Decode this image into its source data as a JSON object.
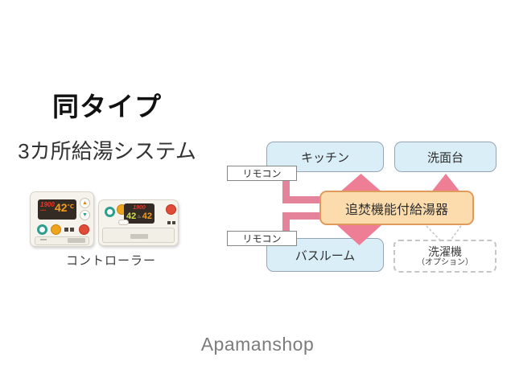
{
  "header": {
    "type_label": "同タイプ",
    "system_label": "3カ所給湯システム"
  },
  "controllers": {
    "caption": "コントローラー",
    "remote_vertical": {
      "flow_value": "1900",
      "temp_value": "42",
      "temp_unit": "℃",
      "up_glyph": "▲",
      "down_glyph": "▼"
    },
    "remote_horizontal": {
      "flow_value": "1900",
      "temp_left": "42",
      "temp_right": "42",
      "mid_glyph": "♨"
    }
  },
  "diagram": {
    "kitchen": "キッチン",
    "washstand": "洗面台",
    "remote1": "リモコン",
    "remote2": "リモコン",
    "heater": "追焚機能付給湯器",
    "bathroom": "バスルーム",
    "washer": "洗濯機",
    "washer_option": "（オプション）"
  },
  "footer": {
    "brand": "Apamanshop"
  },
  "colors": {
    "box_blue_fill": "#daeef8",
    "box_blue_border": "#96a5b4",
    "heater_fill": "#fcdcac",
    "heater_border": "#e09a5c",
    "arrow_pink": "#ee7e95",
    "pipe_pink": "#e5839b",
    "dashed_gray": "#c9c9c9",
    "brand_gray": "#7c7c7c"
  }
}
